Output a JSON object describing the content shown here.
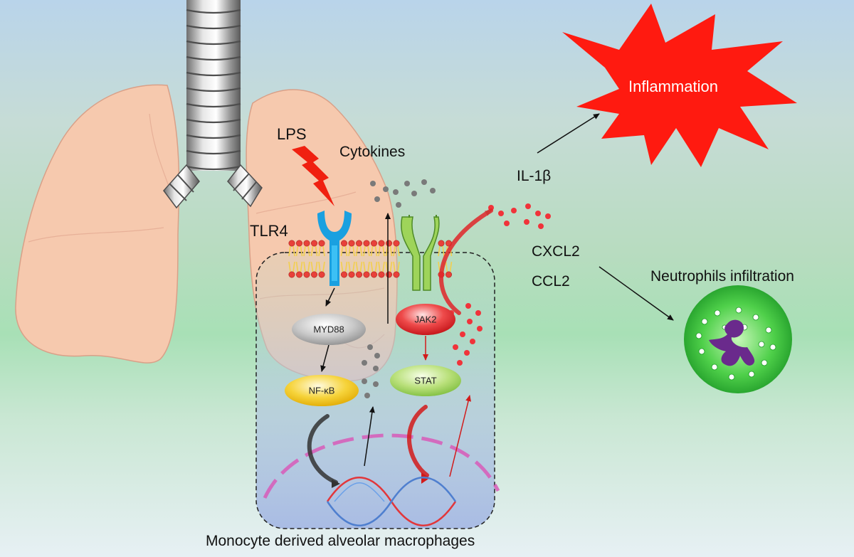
{
  "labels": {
    "lps": "LPS",
    "tlr4": "TLR4",
    "cytokines": "Cytokines",
    "il1b": "IL-1β",
    "cxcl2": "CXCL2",
    "ccl2": "CCL2",
    "neutrophils": "Neutrophils infiltration",
    "macrophages": "Monocyte derived alveolar macrophages",
    "inflammation": "Inflammation"
  },
  "nodes": {
    "myd88": "MYD88",
    "nfkb": "NF-κB",
    "jak2": "JAK2",
    "stat": "STAT"
  },
  "colors": {
    "lung": "#f6c9ae",
    "lung_stroke": "#d9a088",
    "receptor_tlr4": "#1aa0e0",
    "receptor_cytokine": "#7cb84a",
    "inflammation": "#ff1a10",
    "lightning": "#f02010",
    "neutrophil": "#2ec02e",
    "neutrophil_nucleus": "#6a2a8c",
    "membrane_head": "#e8413a",
    "membrane_tail": "#f2cf4e",
    "cytokine_dot": "#7a7a7a",
    "chemokine_dot": "#f0333a",
    "node_myd88": "#9c9c9c",
    "node_nfkb": "#f2c40a",
    "node_jak2": "#e01e24",
    "node_stat": "#9ed45a"
  },
  "icons": [
    "lightning-icon",
    "tlr4-receptor-icon",
    "cytokine-receptor-icon",
    "dna-icon",
    "neutrophil-icon",
    "inflammation-burst-icon"
  ]
}
